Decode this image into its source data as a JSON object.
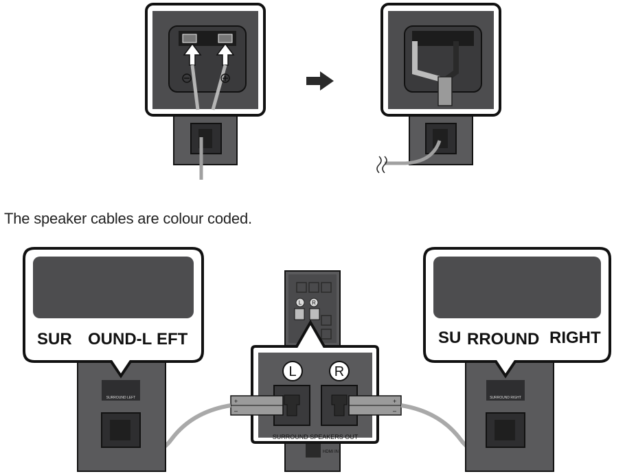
{
  "caption": "The speaker cables are colour coded.",
  "left_speaker": {
    "label_part1": "SUR",
    "label_part2": "OUND-L",
    "label_part3": "EFT",
    "small_tag": "SURROUND LEFT"
  },
  "right_speaker": {
    "label_part1": "SU",
    "label_part2": "RROUND",
    "label_part3": "RIGHT",
    "small_tag": "SURROUND RIGHT"
  },
  "unit": {
    "port_left": "L",
    "port_right": "R",
    "panel_label": "SURROUND SPEAKERS OUT",
    "small_l": "L",
    "small_r": "R",
    "bottom_tag": "HDMI IN",
    "plus": "+",
    "minus": "–"
  },
  "colors": {
    "dark_panel": "#4d4d4f",
    "speaker_body": "#5a5a5c",
    "cable_gray": "#a9a9a9",
    "outline": "#1a1a1a"
  }
}
